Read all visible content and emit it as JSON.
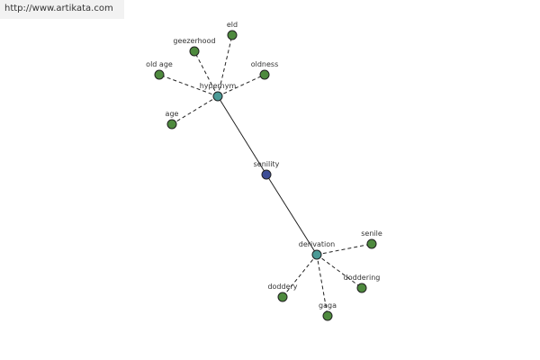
{
  "banner": {
    "url_text": "http://www.artikata.com"
  },
  "colors": {
    "root_fill": "#3d4d96",
    "relation_fill": "#4b9a96",
    "leaf_fill": "#4e8a3e",
    "node_stroke": "#222222",
    "edge": "#222222",
    "label": "#333333"
  },
  "graph": {
    "root": {
      "label": "senility"
    },
    "relations": [
      {
        "label": "hypernym",
        "terms": [
          "eld",
          "geezerhood",
          "oldness",
          "old age",
          "age"
        ]
      },
      {
        "label": "derivation",
        "terms": [
          "senile",
          "doddering",
          "doddery",
          "gaga"
        ]
      }
    ]
  }
}
